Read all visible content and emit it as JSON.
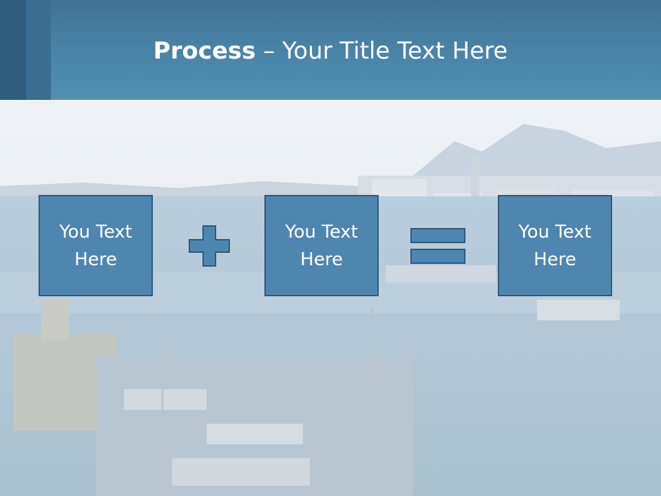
{
  "title": {
    "bold": "Process",
    "dash": " – ",
    "rest": "Your Title Text Here"
  },
  "process": {
    "boxes": [
      {
        "label": "You Text Here"
      },
      {
        "label": "You Text Here"
      },
      {
        "label": "You Text Here"
      }
    ],
    "operators": [
      "plus-icon",
      "equals-icon"
    ]
  },
  "colors": {
    "header": "#4b86aa",
    "box_fill": "#4f86b0",
    "box_border": "#2c5a7d"
  }
}
